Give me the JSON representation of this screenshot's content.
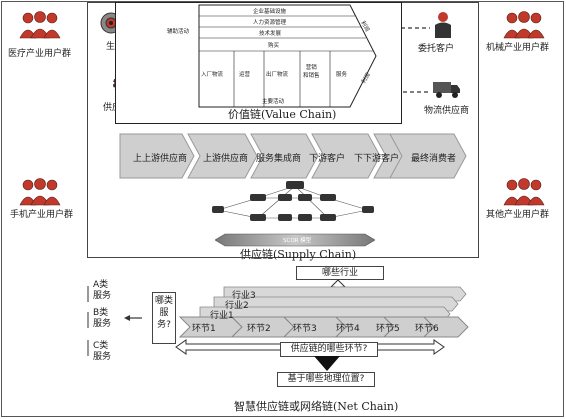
{
  "groups": {
    "medical": "医疗产业用户群",
    "mechanical": "机械产业用户群",
    "phone": "手机产业用户群",
    "other": "其他产业用户群"
  },
  "actors": {
    "producer": "生产商",
    "supplier": "供应商",
    "client": "委托客户",
    "logistics": "物流供应商"
  },
  "value_chain": {
    "support_activities": [
      "企业基础设施",
      "人力资源管理",
      "技术发展",
      "购买"
    ],
    "primary_activities": [
      "入厂物流",
      "运营",
      "出厂物流",
      "营销\n和销售",
      "服务"
    ],
    "support_label": "辅助活动",
    "primary_label": "主要活动",
    "profit_top": "利润",
    "profit_bottom": "利润",
    "caption": "价值链(Value Chain)"
  },
  "supply_chain": {
    "stages": [
      "上上游供应商",
      "上游供应商",
      "服务集成商",
      "下游客户",
      "下下游客户",
      "最终消费者"
    ],
    "scor_label": "SCOR 模型",
    "caption": "供应链(Supply Chain)"
  },
  "net_chain": {
    "industry_question": "哪些行业",
    "industries": [
      "行业3",
      "行业2",
      "行业1"
    ],
    "links": [
      "环节1",
      "环节2",
      "环节3",
      "环节4",
      "环节5",
      "环节6"
    ],
    "service_classes": [
      "A类\n服务",
      "B类\n服务",
      "C类\n服务"
    ],
    "which_service": "哪类\n服务?",
    "which_link": "供应链的哪些环节?",
    "which_location": "基于哪些地理位置?",
    "caption": "智慧供应链或网络链(Net Chain)"
  }
}
